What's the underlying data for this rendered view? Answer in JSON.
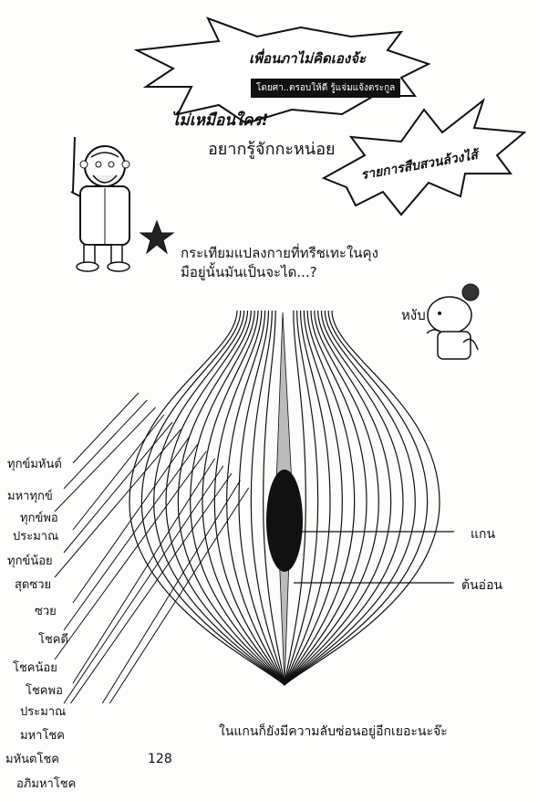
{
  "header": {
    "line1": "เพื่อนภาไม่คิดเองจ้ะ",
    "box": "โดยศา..ตรอบให้ดี รู้แจ่มแจ้งตระกูล",
    "line2": "ไม่เหมือนใคร!",
    "line3": "อยากรู้จักกะหน่อย",
    "line4": "รายการสืบสวนล้วงไส้"
  },
  "question": [
    "กระเทียมแปลงกายที่ทรีชเทะในคุง",
    "มือยู่นั้นมันเป็นจะได...?"
  ],
  "exclaim": "หงับ",
  "left_labels": [
    "ทุกข์มหันต์",
    "มหาทุกข์",
    "ทุกข์พอ",
    "ประมาณ",
    "ทุกข์น้อย",
    "สุดซวย",
    "ซวย",
    "โชคดี",
    "โชคน้อย",
    "โชคพอ",
    "ประมาณ",
    "มหาโชค",
    "มหันตโชค",
    "อภิมหาโชค"
  ],
  "right_labels": {
    "core": "แกน",
    "shoot": "ต้นอ่อน"
  },
  "caption": "ในแกนก็ยังมีความลับซ่อนอยู่อีกเยอะนะจ๊ะ",
  "page_number": "128"
}
